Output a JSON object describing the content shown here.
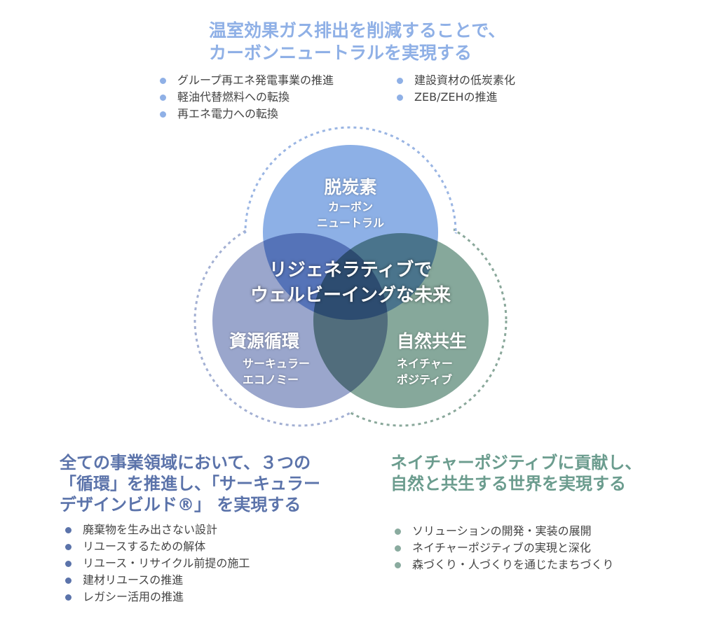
{
  "top": {
    "heading": [
      "温室効果ガス排出を削減することで、",
      "カーボンニュートラルを実現する"
    ],
    "bullets_col1": [
      "グループ再エネ発電事業の推進",
      "軽油代替燃料への転換",
      "再エネ電力への転換"
    ],
    "bullets_col2": [
      "建設資材の低炭素化",
      "ZEB/ZEHの推進"
    ]
  },
  "venn": {
    "top": {
      "title": "脱炭素",
      "sub": [
        "カーボン",
        "ニュートラル"
      ],
      "color": "#8db0e6"
    },
    "left": {
      "title": "資源循環",
      "sub": [
        "サーキュラー",
        "エコノミー"
      ],
      "color": "#9aa6cc"
    },
    "right": {
      "title": "自然共生",
      "sub": [
        "ネイチャー",
        "ポジティブ"
      ],
      "color": "#86a89b"
    },
    "center": [
      "リジェネラティブで",
      "ウェルビーイングな未来"
    ]
  },
  "bottom_left": {
    "heading": [
      "全ての事業領域において、３つの",
      "「循環」を推進し、「サーキュラー",
      "デザインビルド®」 を実現する"
    ],
    "bullets": [
      "廃棄物を生み出さない設計",
      "リユースするための解体",
      "リユース・リサイクル前提の施工",
      "建材リユースの推進",
      "レガシー活用の推進"
    ]
  },
  "bottom_right": {
    "heading": [
      "ネイチャーポジティブに貢献し、",
      "自然と共生する世界を実現する"
    ],
    "bullets": [
      "ソリューションの開発・実装の展開",
      "ネイチャーポジティブの実現と深化",
      "森づくり・人づくりを通じたまちづくり"
    ]
  }
}
